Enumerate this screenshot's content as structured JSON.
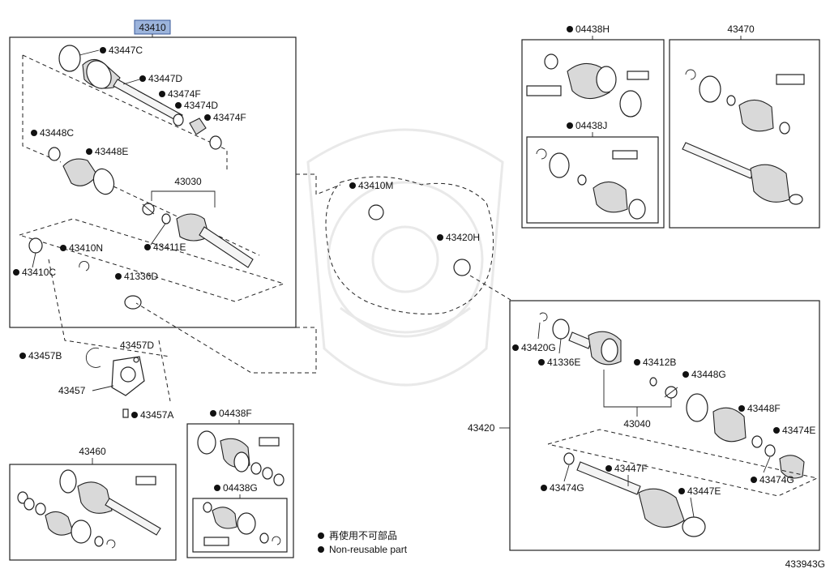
{
  "diagram": {
    "assemblies": {
      "a43410": "43410",
      "a43460": "43460",
      "a04438H": "04438H",
      "a43470": "43470",
      "a04438J": "04438J",
      "a04438F": "04438F",
      "a04438G": "04438G",
      "a43420": "43420",
      "a43030": "43030",
      "a43040": "43040",
      "a43457": "43457"
    },
    "parts": {
      "p43447C": "43447C",
      "p43447D": "43447D",
      "p43474F": "43474F",
      "p43474D": "43474D",
      "p43474F2": "43474F",
      "p43448C": "43448C",
      "p43448E": "43448E",
      "p43411E": "43411E",
      "p43410N": "43410N",
      "p43410C": "43410C",
      "p41336D": "41336D",
      "p43457B": "43457B",
      "p43457D": "43457D",
      "p43457A": "43457A",
      "p43410M": "43410M",
      "p43420H": "43420H",
      "p43420G": "43420G",
      "p41336E": "41336E",
      "p43412B": "43412B",
      "p43448G": "43448G",
      "p43448F": "43448F",
      "p43474E": "43474E",
      "p43474G": "43474G",
      "p43474G2": "43474G",
      "p43447F": "43447F",
      "p43447E": "43447E"
    },
    "legend": {
      "chinese": "再使用不可部品",
      "english": "Non-reusable part"
    },
    "figure_code": "433943G"
  }
}
